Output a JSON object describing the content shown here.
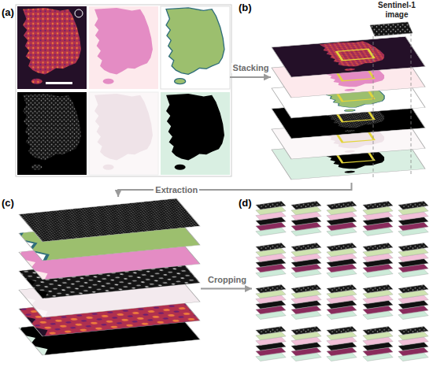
{
  "diagram": {
    "nodes": [
      {
        "text": [
          "(a)"
        ]
      },
      {
        "text": [
          "(b)"
        ]
      },
      {
        "text": [
          "(c)"
        ]
      },
      {
        "text": [
          "(d)"
        ]
      }
    ],
    "edges": [
      {
        "from": 0,
        "to": 1,
        "arrow": "to",
        "label": "Stacking"
      },
      {
        "from": 1,
        "to": 2,
        "arrow": "to",
        "label": "Extraction"
      },
      {
        "from": 2,
        "to": 3,
        "arrow": "to",
        "label": "Cropping"
      }
    ],
    "labels": [
      "Sentinel-1 image"
    ]
  }
}
